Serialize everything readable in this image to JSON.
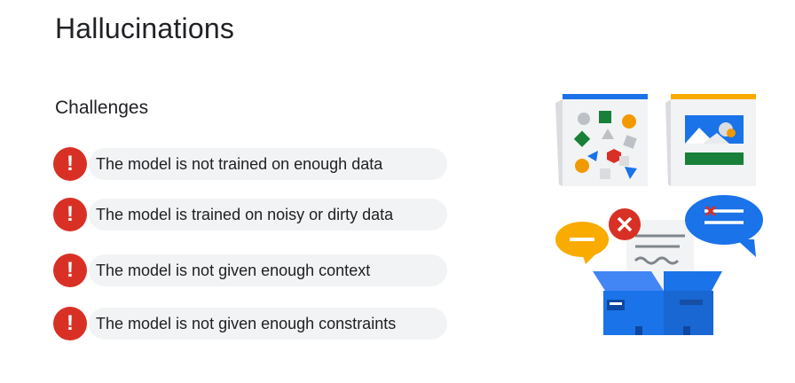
{
  "slide": {
    "title": "Hallucinations",
    "subtitle": "Challenges"
  },
  "challenges": [
    {
      "icon": "exclamation-icon",
      "text": "The model is not trained on enough data"
    },
    {
      "icon": "exclamation-icon",
      "text": "The model is trained on noisy or dirty data"
    },
    {
      "icon": "exclamation-icon",
      "text": "The model is not given enough context"
    },
    {
      "icon": "exclamation-icon",
      "text": "The model is not given enough constraints"
    }
  ],
  "badge_symbol": "!",
  "colors": {
    "badge_red": "#d93025",
    "pill_bg": "#f1f3f4",
    "blue": "#1a73e8",
    "yellow": "#f9ab00",
    "green": "#188038",
    "orange": "#f9ab00"
  },
  "illustration": {
    "icons": [
      "shapes-card-icon",
      "image-card-icon",
      "chat-bubble-yellow-icon",
      "error-x-icon",
      "document-icon",
      "chat-bubble-blue-icon",
      "open-box-icon"
    ]
  }
}
